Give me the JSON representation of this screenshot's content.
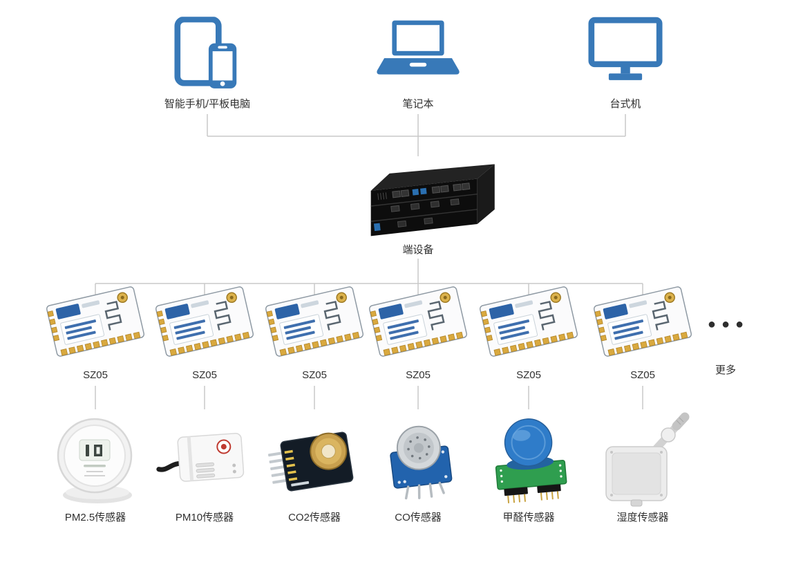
{
  "clients": [
    {
      "label": "智能手机/平板电脑",
      "icon": "tablet-phone-icon"
    },
    {
      "label": "笔记本",
      "icon": "laptop-icon"
    },
    {
      "label": "台式机",
      "icon": "desktop-icon"
    }
  ],
  "server": {
    "label": "端设备",
    "icon": "rack-server-image"
  },
  "modules": [
    {
      "label": "SZ05"
    },
    {
      "label": "SZ05"
    },
    {
      "label": "SZ05"
    },
    {
      "label": "SZ05"
    },
    {
      "label": "SZ05"
    },
    {
      "label": "SZ05"
    }
  ],
  "more": {
    "dots": "●●●",
    "label": "更多"
  },
  "sensors": [
    {
      "label": "PM2.5传感器",
      "icon": "pm25-sensor-image"
    },
    {
      "label": "PM10传感器",
      "icon": "pm10-sensor-image"
    },
    {
      "label": "CO2传感器",
      "icon": "co2-sensor-image"
    },
    {
      "label": "CO传感器",
      "icon": "co-sensor-image"
    },
    {
      "label": "甲醛传感器",
      "icon": "formaldehyde-sensor-image"
    },
    {
      "label": "湿度传感器",
      "icon": "humidity-sensor-image"
    }
  ],
  "colors": {
    "device_blue": "#3879B8",
    "wire_gray": "#C9C9C9",
    "pcb_green": "#2F9E4F",
    "pcb_blue": "#2263AD"
  }
}
